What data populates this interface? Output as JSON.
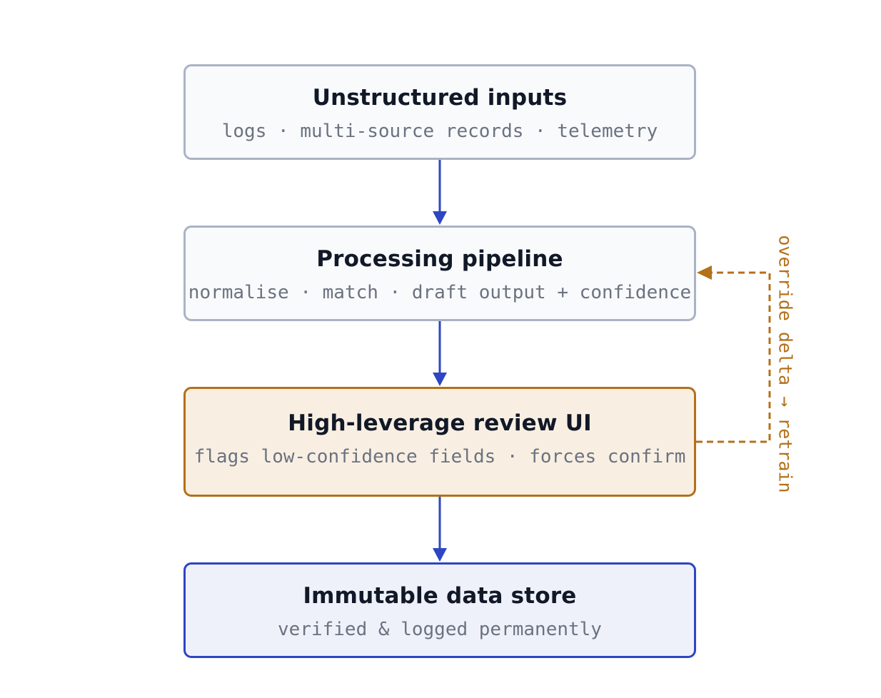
{
  "nodes": {
    "inputs": {
      "title": "Unstructured inputs",
      "subtitle": "logs · multi-source records · telemetry"
    },
    "pipeline": {
      "title": "Processing pipeline",
      "subtitle": "normalise · match · draft output + confidence"
    },
    "review": {
      "title": "High-leverage review UI",
      "subtitle": "flags low-confidence fields · forces confirm"
    },
    "store": {
      "title": "Immutable data store",
      "subtitle": "verified & logged permanently"
    }
  },
  "feedback": {
    "label": "override delta → retrain"
  },
  "colors": {
    "flow_arrow": "#2d46c2",
    "feedback": "#b4701a",
    "default_border": "#aab3c5",
    "review_fill": "#f8efe2",
    "store_fill": "#eef1fa"
  }
}
